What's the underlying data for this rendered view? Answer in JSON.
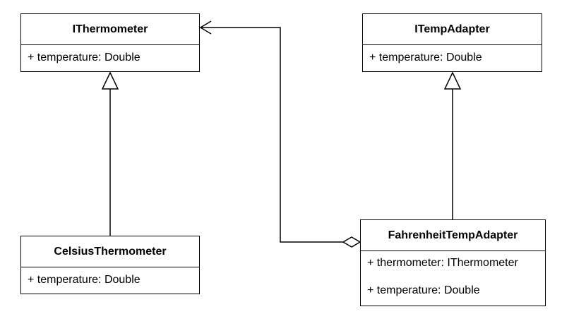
{
  "diagram": {
    "classes": {
      "ithermometer": {
        "name": "IThermometer",
        "attributes": [
          "+ temperature: Double"
        ]
      },
      "itempadapter": {
        "name": "ITempAdapter",
        "attributes": [
          "+ temperature: Double"
        ]
      },
      "celsius": {
        "name": "CelsiusThermometer",
        "attributes": [
          "+ temperature: Double"
        ]
      },
      "fahrenheit": {
        "name": "FahrenheitTempAdapter",
        "attributes": [
          "+ thermometer: IThermometer",
          "+ temperature: Double"
        ]
      }
    },
    "relationships": [
      {
        "type": "generalization",
        "from": "CelsiusThermometer",
        "to": "IThermometer"
      },
      {
        "type": "generalization",
        "from": "FahrenheitTempAdapter",
        "to": "ITempAdapter"
      },
      {
        "type": "aggregation",
        "from": "FahrenheitTempAdapter",
        "to": "IThermometer",
        "navigable": true
      }
    ],
    "colors": {
      "stroke": "#000000",
      "fill": "#ffffff"
    }
  }
}
